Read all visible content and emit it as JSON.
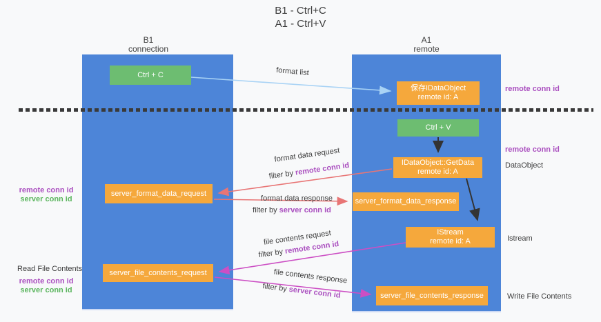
{
  "title": {
    "line1": "B1 - Ctrl+C",
    "line2": "A1 - Ctrl+V"
  },
  "columns": {
    "left": {
      "line1": "B1",
      "line2": "connection"
    },
    "right": {
      "line1": "A1",
      "line2": "remote"
    }
  },
  "nodes": {
    "ctrl_c": "Ctrl + C",
    "ctrl_v": "Ctrl + V",
    "save_idataobject_line1": "保存IDataObject",
    "save_idataobject_line2": "remote id: A",
    "getdata_line1": "IDataObject::GetData",
    "getdata_line2": "remote id: A",
    "istream_line1": "IStream",
    "istream_line2": "remote id: A",
    "server_format_data_request": "server_format_data_request",
    "server_format_data_response": "server_format_data_response",
    "server_file_contents_request": "server_file_contents_request",
    "server_file_contents_response": "server_file_contents_response"
  },
  "arrow_labels": {
    "format_list": "format list",
    "format_data_request": "format data request",
    "format_data_response": "format data response",
    "file_contents_request": "file contents request",
    "file_contents_response": "file contents response",
    "filter_by": "filter by ",
    "remote_conn_id": "remote conn id",
    "server_conn_id": "server conn id"
  },
  "side_labels": {
    "remote_conn_id": "remote conn id",
    "server_conn_id": "server conn id",
    "dataobject": "DataObject",
    "istream": "Istream",
    "read_file_contents": "Read File Contents",
    "write_file_contents": "Write File Contents"
  },
  "colors": {
    "lane_blue": "#4d85d8",
    "node_orange": "#f5a83c",
    "node_green": "#6dbd71",
    "purple_text": "#aa4fbf",
    "green_text": "#5bb55e",
    "request_red": "#e87575",
    "contents_magenta": "#cc4fc4",
    "format_list_blue": "#a9d3f5",
    "dashed_line": "#3a3a3a"
  }
}
